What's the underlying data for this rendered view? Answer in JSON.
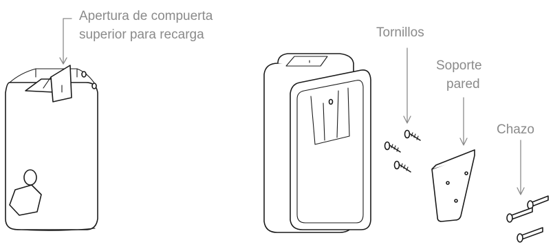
{
  "labels": {
    "apertura_line1": "Apertura de compuerta",
    "apertura_line2": "superior para recarga",
    "tornillos": "Tornillos",
    "soporte_line1": "Soporte",
    "soporte_line2": "pared",
    "chazo": "Chazo"
  },
  "colors": {
    "label_text": "#8a8a8a",
    "line_art": "#1a1a1a",
    "background": "#ffffff"
  }
}
